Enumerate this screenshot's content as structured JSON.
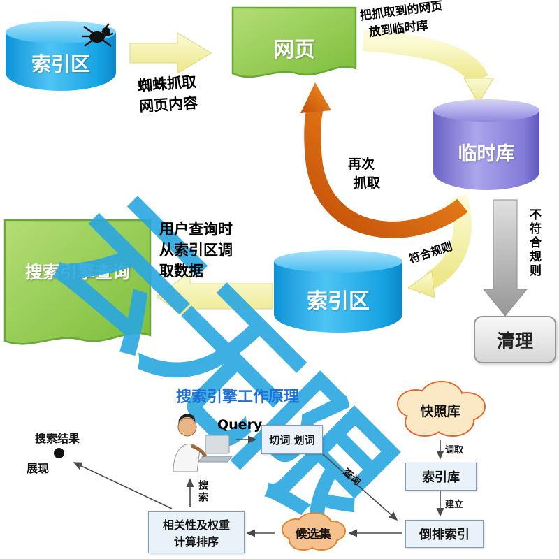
{
  "watermark": {
    "text": "云无限",
    "color": "#2AA7E0"
  },
  "top_flow": {
    "index_db_1": "索引区",
    "webpage": "网页",
    "temp_db": "临时库",
    "index_db_2": "索引区",
    "query_page": "搜索引擎查询",
    "cleanup": "清理",
    "note_crawl_line1": "蜘蛛抓取",
    "note_crawl_line2": "网页内容",
    "note_store_line1": "把抓取到的网页",
    "note_store_line2": "放到临时库",
    "note_recrawl_line1": "再次",
    "note_recrawl_line2": "抓取",
    "note_query_line1": "用户查询时",
    "note_query_line2": "从索引区调",
    "note_query_line3": "取数据",
    "rule_match": "符合规则",
    "rule_mismatch": "不符合规则"
  },
  "bottom_flow": {
    "title": "搜索引擎工作原理",
    "query_label": "Query",
    "segment_box": "切词 划词",
    "snapshot_cloud": "快照库",
    "index_store": "索引库",
    "inverted_index": "倒排索引",
    "candidate_cloud": "候选集",
    "ranking_line1": "相关性及权重",
    "ranking_line2": "计算排序",
    "result_line1": "搜索结果",
    "result_line2": "展现",
    "search_label": "搜索",
    "fetch_label": "调取",
    "build_label": "建立",
    "lookup_label": "查询"
  }
}
